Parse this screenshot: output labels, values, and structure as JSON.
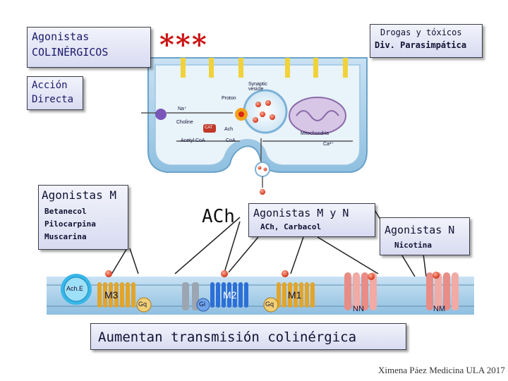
{
  "header": {
    "title_line1": "Agonistas",
    "title_line2": "COLINÉRGICOS",
    "stars": "***",
    "drugs_line1": "Drogas y tóxicos",
    "drugs_line2": "Div. Parasimpática"
  },
  "accion": {
    "line1": "Acción",
    "line2": "Directa"
  },
  "synapse_labels": {
    "synaptic_vesicle": "Synaptic vesicle",
    "proton": "Proton",
    "na": "Na⁺",
    "choline": "Choline",
    "cat": "CAT",
    "ach": "Ach",
    "acetyl_coa": "Acetyl CoA",
    "coa": "CoA",
    "mitochondria": "Mitochondria",
    "ca": "Ca²⁺"
  },
  "agonistas_m": {
    "title": "Agonistas M",
    "items": [
      "Betanecol",
      "Pilocarpina",
      "Muscarina"
    ]
  },
  "ach_label": "ACh",
  "agonistas_mn": {
    "title": "Agonistas M y N",
    "subtitle": "ACh, Carbacol"
  },
  "agonistas_n": {
    "title": "Agonistas N",
    "subtitle": "Nicotina"
  },
  "receptors": {
    "ache": "Ach.E",
    "m3": "M3",
    "m2": "M2",
    "m1": "M1",
    "gq1": "Gq",
    "gq2": "Gq",
    "gi": "Gi",
    "nn": "NN",
    "nm": "NM"
  },
  "footer": {
    "main": "Aumentan transmisión colinérgica",
    "credit": "Ximena Páez Medicina ULA 2017"
  },
  "colors": {
    "box_fill": "#d8dbf1",
    "title_text": "#1a1a6a",
    "stars": "#cc1111",
    "membrane": "#9fc9e6",
    "receptor_gold": "#e2a52a",
    "receptor_blue": "#2c6fd6"
  }
}
